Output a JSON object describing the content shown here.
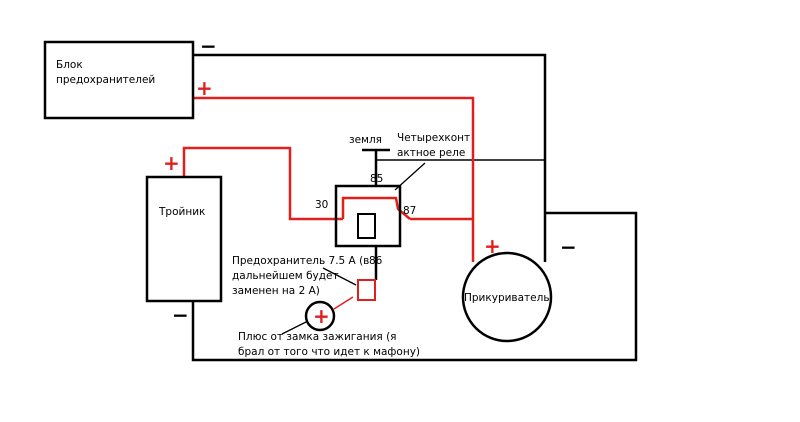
{
  "fuse_block_label": "Блок\nпредохранителей",
  "splitter_label": "Тройник",
  "lighter_label": "Прикуриватель",
  "ground_label": "земля",
  "relay_label": "Четырехконт\nактное реле",
  "pin_85": "85",
  "pin_30": "30",
  "pin_87": "87",
  "pin_86": "86",
  "fuse_label": "Предохранитель 7.5 А (в\nдальнейшем будет\nзаменен на 2 А)",
  "ignition_label": "Плюс от замка зажигания (я\nбрал от того что идет к мафону)",
  "plus": "+",
  "minus": "−",
  "colors": {
    "positive_wire": "#e0201c",
    "negative_wire": "#000000"
  }
}
